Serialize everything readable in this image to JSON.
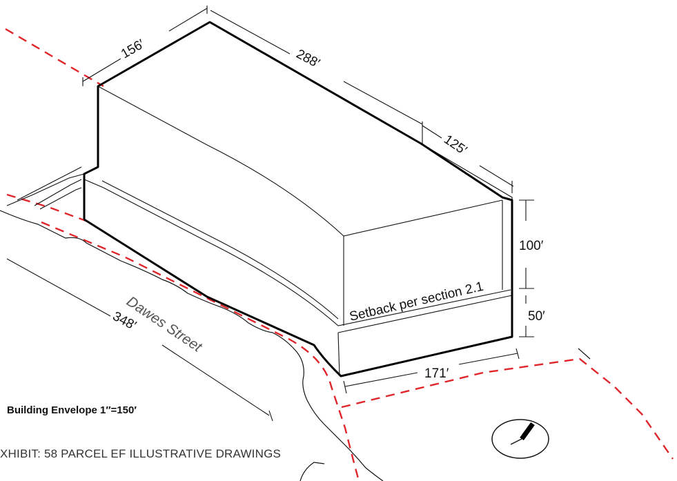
{
  "drawing": {
    "dimensions": {
      "top_left": "156′",
      "top_back": "288′",
      "top_right": "125′",
      "tower_height": "100′",
      "podium_height": "50′",
      "front_width": "171′",
      "street_length": "348′"
    },
    "setback_note": "Setback per section 2.1",
    "street_name": "Dawes Street",
    "caption": "Building Envelope 1″=150′",
    "exhibit_title": "XHIBIT: 58    PARCEL EF ILLUSTRATIVE DRAWINGS",
    "colors": {
      "lot_line": "#e0252b",
      "outline": "#000000",
      "background": "#ffffff"
    },
    "icons": [
      "north-arrow-icon"
    ]
  }
}
